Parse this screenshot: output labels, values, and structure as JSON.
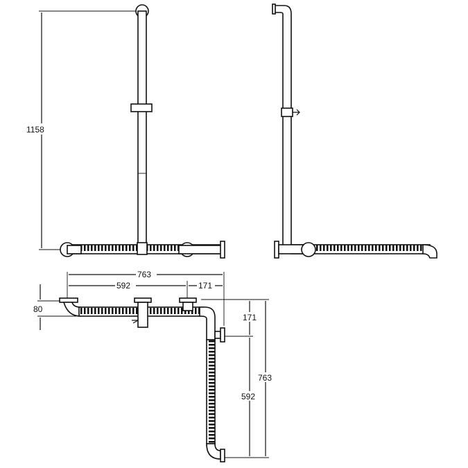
{
  "diagram": {
    "front_view": {
      "height_dim": "1158"
    },
    "plan_view": {
      "overall_width_dim": "763",
      "grip_width_dim": "592",
      "offset_width_dim": "171",
      "projection_dim": "80",
      "offset_depth_dim": "171",
      "grip_depth_dim": "592",
      "overall_depth_dim": "763"
    },
    "colors": {
      "line": "#111111",
      "background": "#ffffff"
    }
  }
}
